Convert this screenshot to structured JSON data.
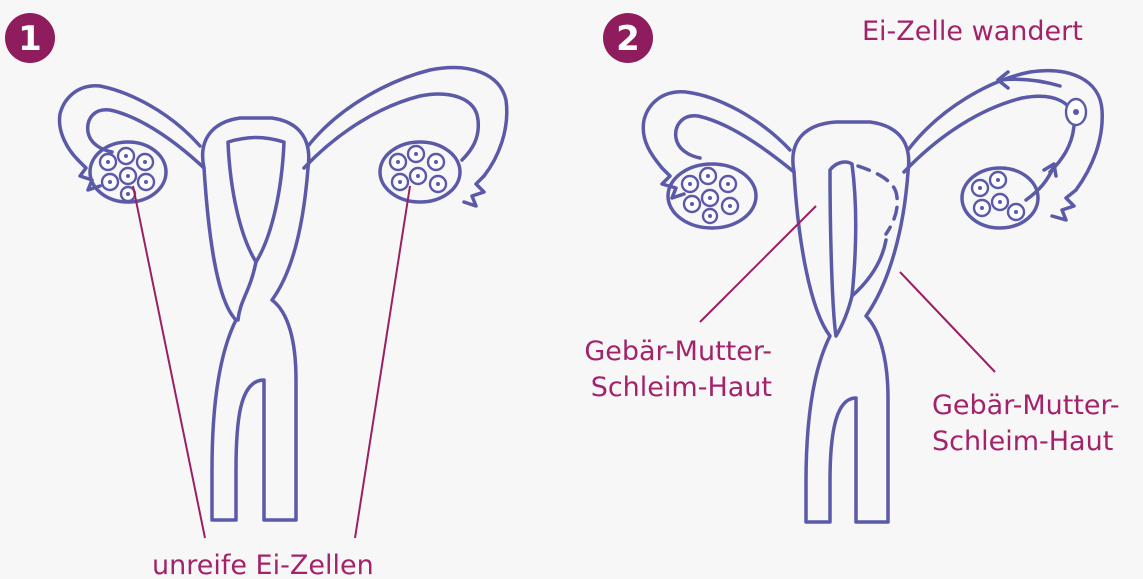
{
  "panels": [
    {
      "badge": "1"
    },
    {
      "badge": "2"
    }
  ],
  "labels": {
    "unripe_egg_cells": "unreife Ei-Zellen",
    "egg_migrates": "Ei-Zelle wandert",
    "lining_left_line1": "Gebär-Mutter-",
    "lining_left_line2": "Schleim-Haut",
    "lining_right_line1": "Gebär-Mutter-",
    "lining_right_line2": "Schleim-Haut"
  },
  "colors": {
    "outline": "#5a5aa8",
    "label": "#a3236b",
    "badge": "#8f1d5e"
  }
}
